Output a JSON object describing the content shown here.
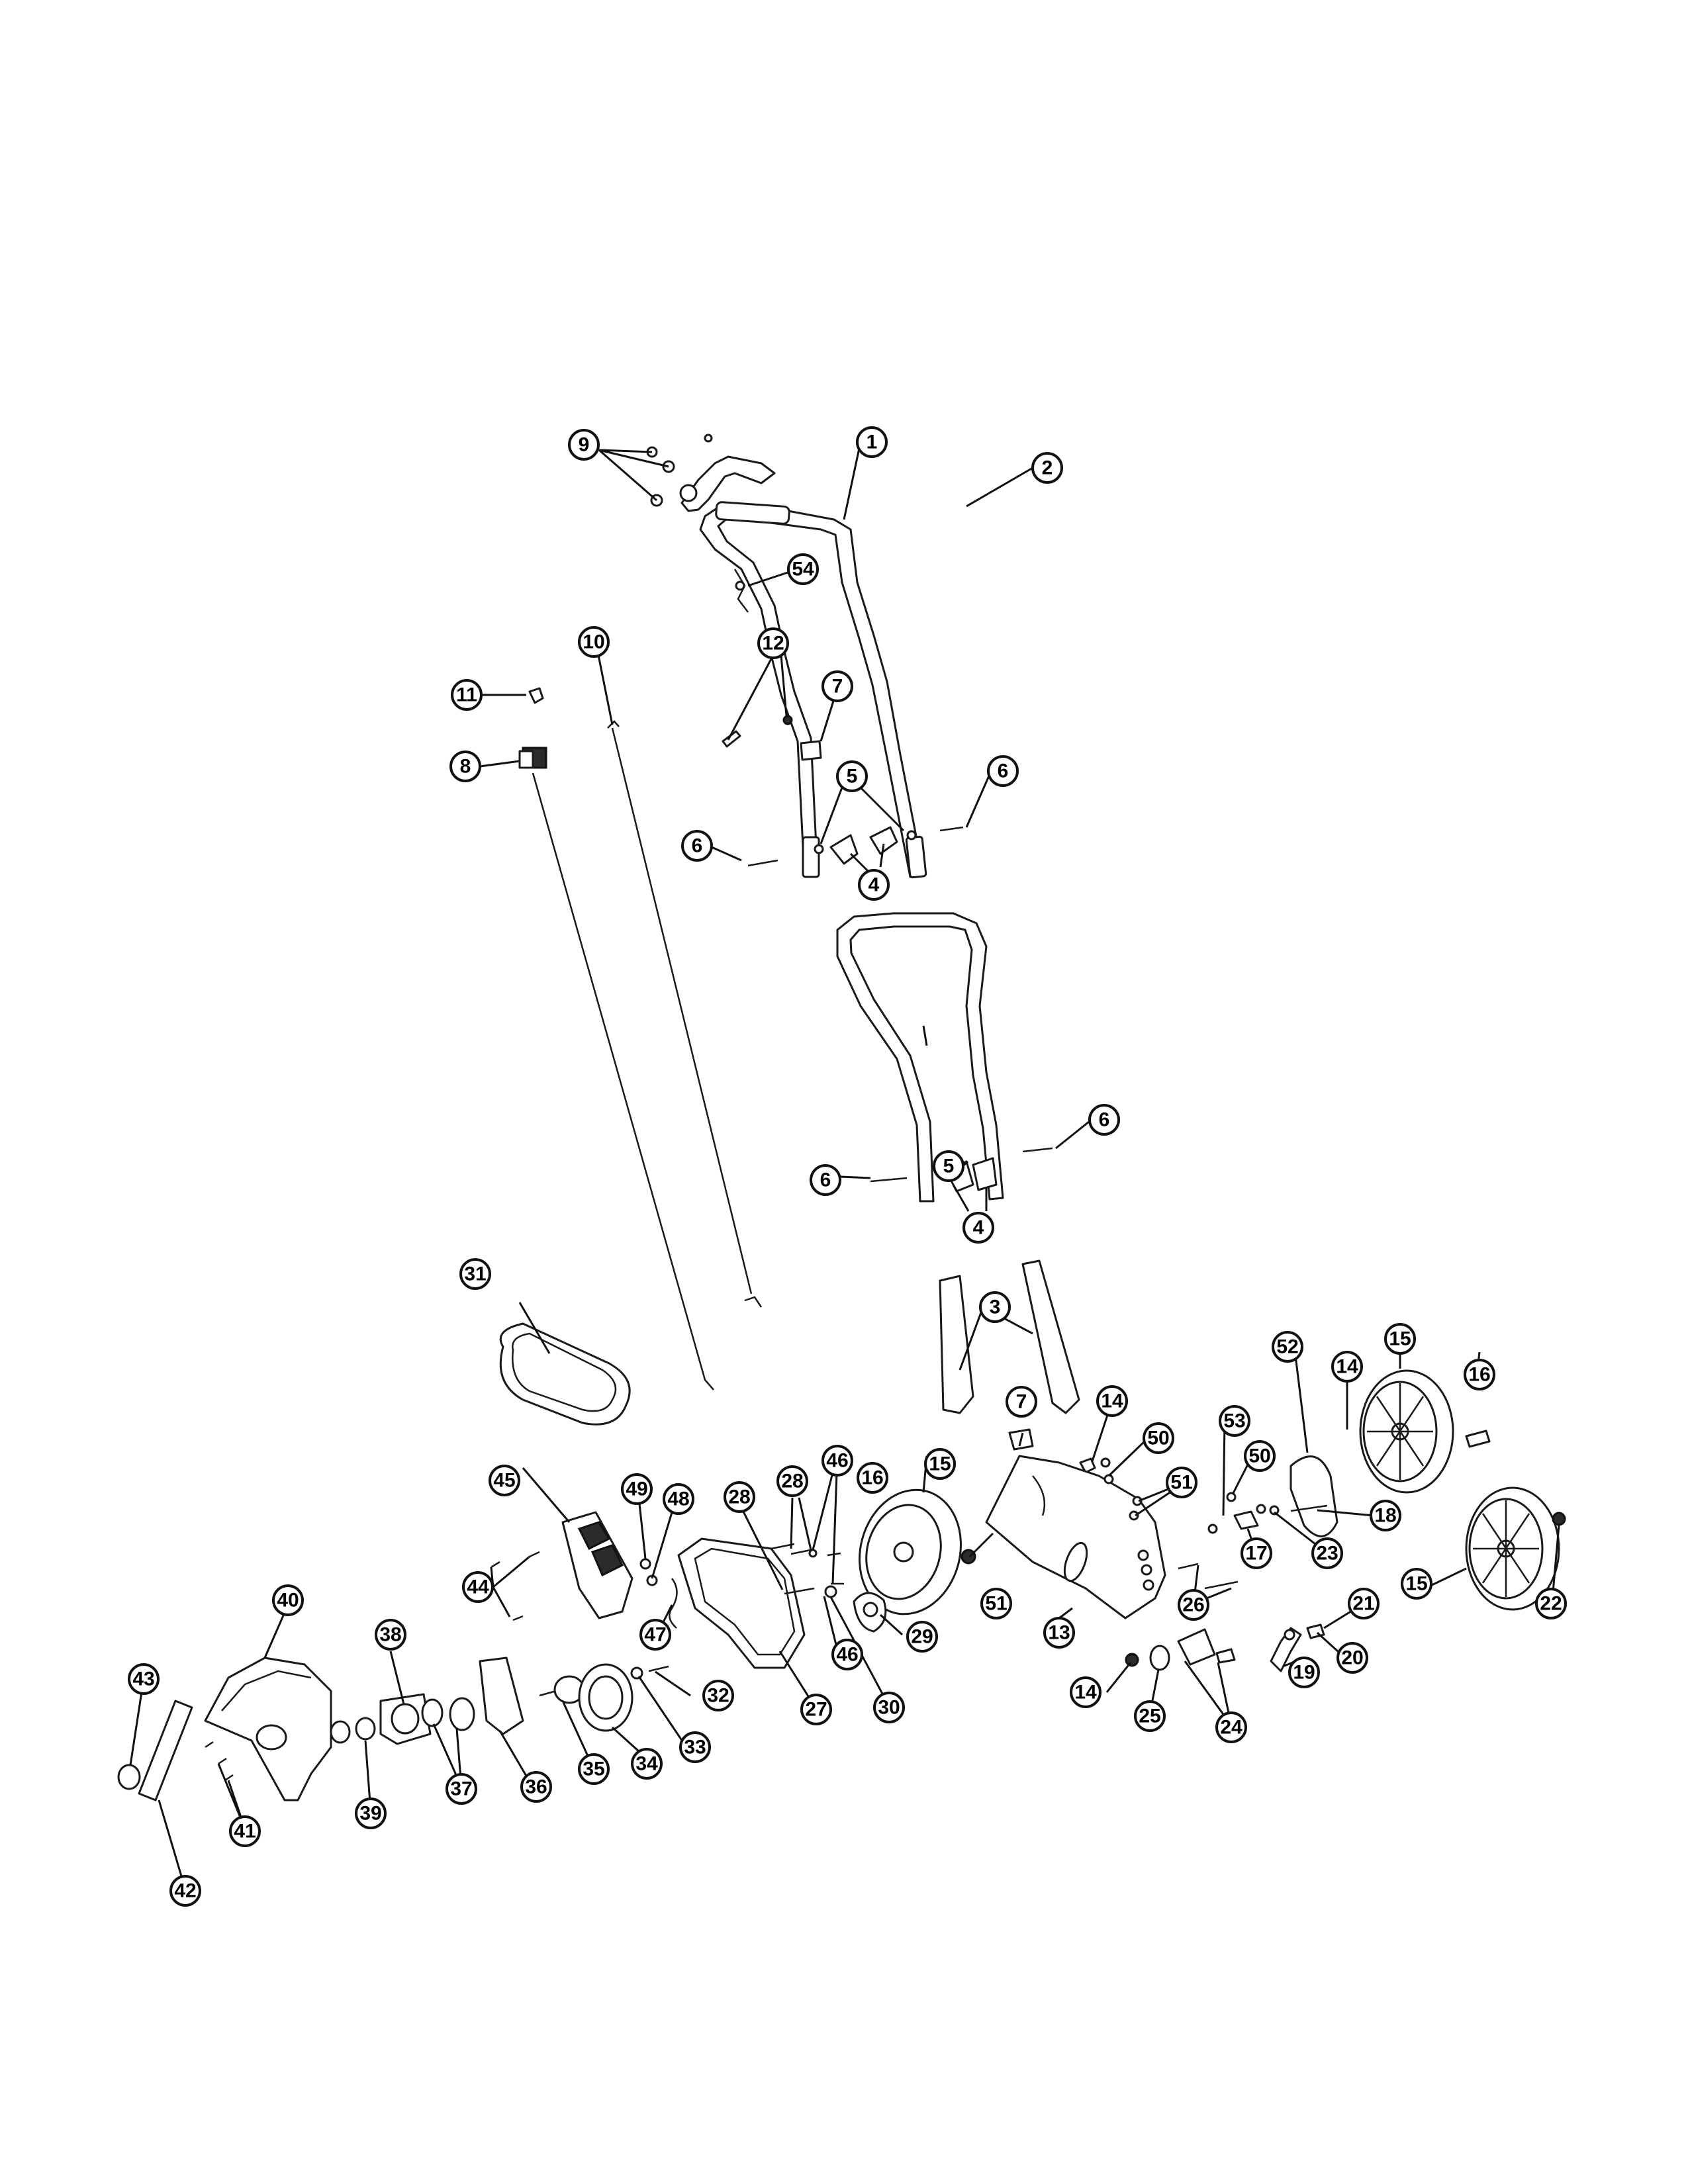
{
  "callouts": [
    {
      "id": "c1",
      "label": "1"
    },
    {
      "id": "c2",
      "label": "2"
    },
    {
      "id": "c3",
      "label": "3"
    },
    {
      "id": "c4a",
      "label": "4"
    },
    {
      "id": "c4b",
      "label": "4"
    },
    {
      "id": "c5a",
      "label": "5"
    },
    {
      "id": "c5b",
      "label": "5"
    },
    {
      "id": "c6a",
      "label": "6"
    },
    {
      "id": "c6b",
      "label": "6"
    },
    {
      "id": "c6c",
      "label": "6"
    },
    {
      "id": "c6d",
      "label": "6"
    },
    {
      "id": "c7a",
      "label": "7"
    },
    {
      "id": "c7b",
      "label": "7"
    },
    {
      "id": "c8",
      "label": "8"
    },
    {
      "id": "c9",
      "label": "9"
    },
    {
      "id": "c10",
      "label": "10"
    },
    {
      "id": "c11",
      "label": "11"
    },
    {
      "id": "c12",
      "label": "12"
    },
    {
      "id": "c13",
      "label": "13"
    },
    {
      "id": "c14a",
      "label": "14"
    },
    {
      "id": "c14b",
      "label": "14"
    },
    {
      "id": "c14c",
      "label": "14"
    },
    {
      "id": "c15a",
      "label": "15"
    },
    {
      "id": "c15b",
      "label": "15"
    },
    {
      "id": "c15c",
      "label": "15"
    },
    {
      "id": "c16a",
      "label": "16"
    },
    {
      "id": "c16b",
      "label": "16"
    },
    {
      "id": "c17",
      "label": "17"
    },
    {
      "id": "c18",
      "label": "18"
    },
    {
      "id": "c19",
      "label": "19"
    },
    {
      "id": "c20",
      "label": "20"
    },
    {
      "id": "c21",
      "label": "21"
    },
    {
      "id": "c22",
      "label": "22"
    },
    {
      "id": "c23",
      "label": "23"
    },
    {
      "id": "c24",
      "label": "24"
    },
    {
      "id": "c25",
      "label": "25"
    },
    {
      "id": "c26",
      "label": "26"
    },
    {
      "id": "c27",
      "label": "27"
    },
    {
      "id": "c28a",
      "label": "28"
    },
    {
      "id": "c28b",
      "label": "28"
    },
    {
      "id": "c29",
      "label": "29"
    },
    {
      "id": "c30",
      "label": "30"
    },
    {
      "id": "c31",
      "label": "31"
    },
    {
      "id": "c32",
      "label": "32"
    },
    {
      "id": "c33",
      "label": "33"
    },
    {
      "id": "c34",
      "label": "34"
    },
    {
      "id": "c35",
      "label": "35"
    },
    {
      "id": "c36",
      "label": "36"
    },
    {
      "id": "c37",
      "label": "37"
    },
    {
      "id": "c38",
      "label": "38"
    },
    {
      "id": "c39",
      "label": "39"
    },
    {
      "id": "c40",
      "label": "40"
    },
    {
      "id": "c41",
      "label": "41"
    },
    {
      "id": "c42",
      "label": "42"
    },
    {
      "id": "c43",
      "label": "43"
    },
    {
      "id": "c44",
      "label": "44"
    },
    {
      "id": "c45",
      "label": "45"
    },
    {
      "id": "c46a",
      "label": "46"
    },
    {
      "id": "c46b",
      "label": "46"
    },
    {
      "id": "c47",
      "label": "47"
    },
    {
      "id": "c48",
      "label": "48"
    },
    {
      "id": "c49",
      "label": "49"
    },
    {
      "id": "c50a",
      "label": "50"
    },
    {
      "id": "c50b",
      "label": "50"
    },
    {
      "id": "c51a",
      "label": "51"
    },
    {
      "id": "c51b",
      "label": "51"
    },
    {
      "id": "c52",
      "label": "52"
    },
    {
      "id": "c53",
      "label": "53"
    },
    {
      "id": "c54",
      "label": "54"
    }
  ]
}
